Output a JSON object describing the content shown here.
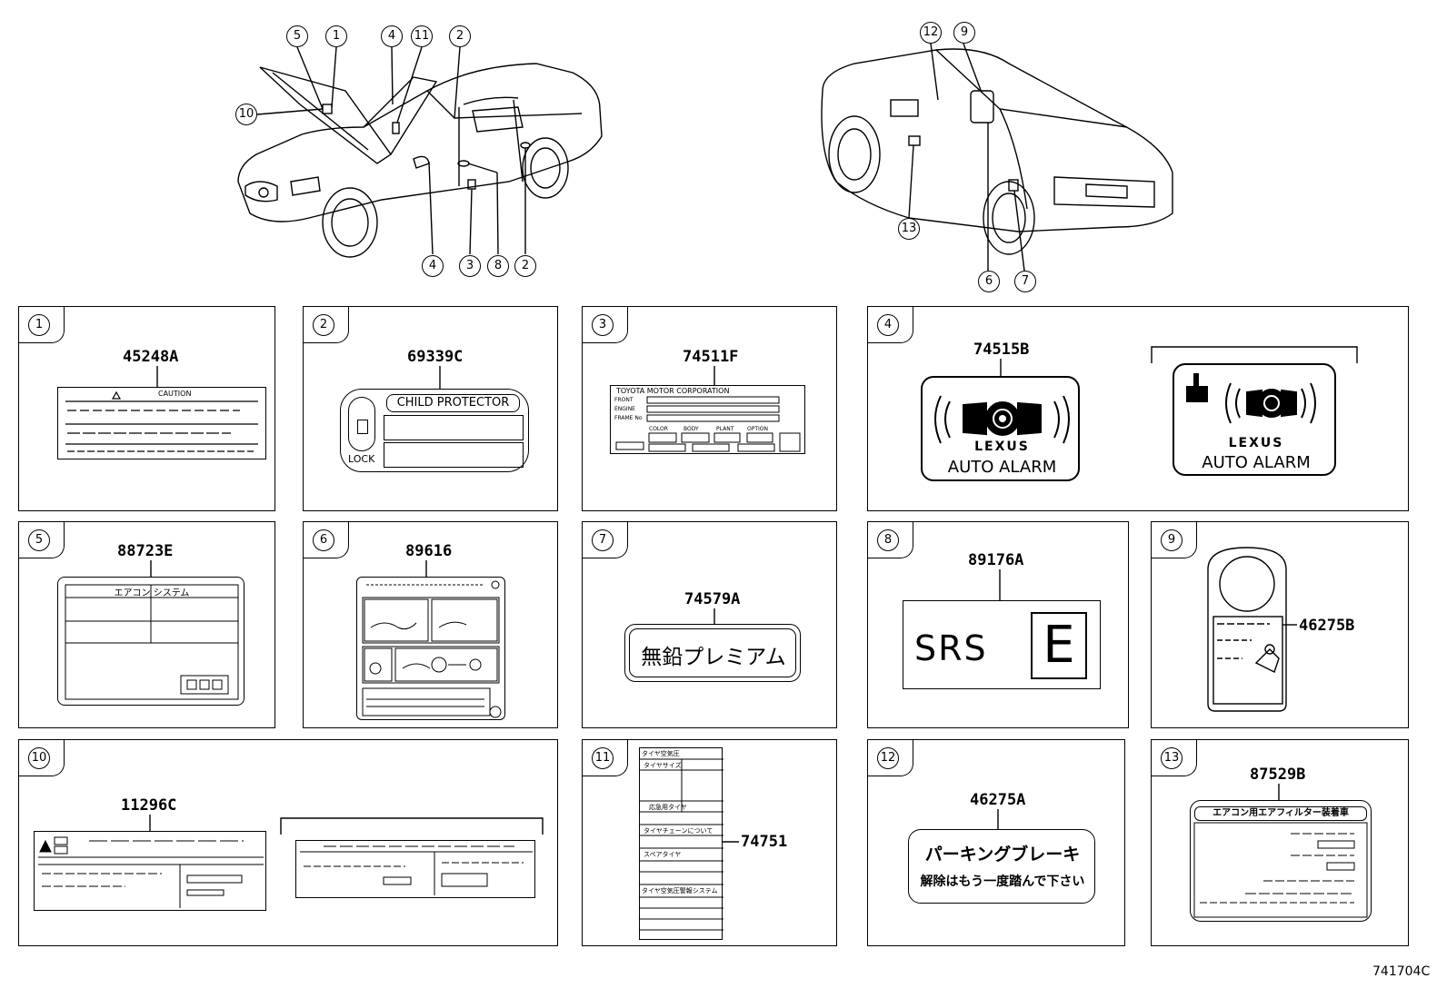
{
  "callouts": {
    "c1": "1",
    "c2": "2",
    "c3": "3",
    "c4": "4",
    "c5": "5",
    "c6": "6",
    "c7": "7",
    "c8": "8",
    "c9": "9",
    "c10": "10",
    "c11": "11",
    "c12": "12",
    "c13": "13"
  },
  "panels": [
    {
      "num": "1",
      "part": "45248A",
      "text": "CAUTION"
    },
    {
      "num": "2",
      "part": "69339C",
      "text": "CHILD PROTECTOR",
      "sub": "LOCK"
    },
    {
      "num": "3",
      "part": "74511F",
      "text": "TOYOTA MOTOR CORPORATION",
      "rows": [
        "FRONT",
        "ENGINE",
        "FRAME No"
      ],
      "cols": [
        "COLOR",
        "BODY",
        "PLANT",
        "OPTION"
      ]
    },
    {
      "num": "4",
      "part": "74515B",
      "brand": "LEXUS",
      "text": "AUTO ALARM"
    },
    {
      "num": "5",
      "part": "88723E",
      "header": "エアコン システム"
    },
    {
      "num": "6",
      "part": "89616"
    },
    {
      "num": "7",
      "part": "74579A",
      "text": "無鉛プレミアム"
    },
    {
      "num": "8",
      "part": "89176A",
      "text": "SRS",
      "letter": "E"
    },
    {
      "num": "9",
      "part": "46275B"
    },
    {
      "num": "10",
      "part": "11296C"
    },
    {
      "num": "11",
      "part": "74751",
      "rows": [
        "タイヤ空気圧",
        "タイヤサイズ",
        "応急用タイヤ",
        "タイヤチェーンについて",
        "スペアタイヤ",
        "タイヤ空気圧警報システム"
      ]
    },
    {
      "num": "12",
      "part": "46275A",
      "line1": "パーキングブレーキ",
      "line2": "解除はもう一度踏んで下さい"
    },
    {
      "num": "13",
      "part": "87529B",
      "text": "エアコン用エアフィルター装着車"
    }
  ],
  "diagram_code": "741704C"
}
